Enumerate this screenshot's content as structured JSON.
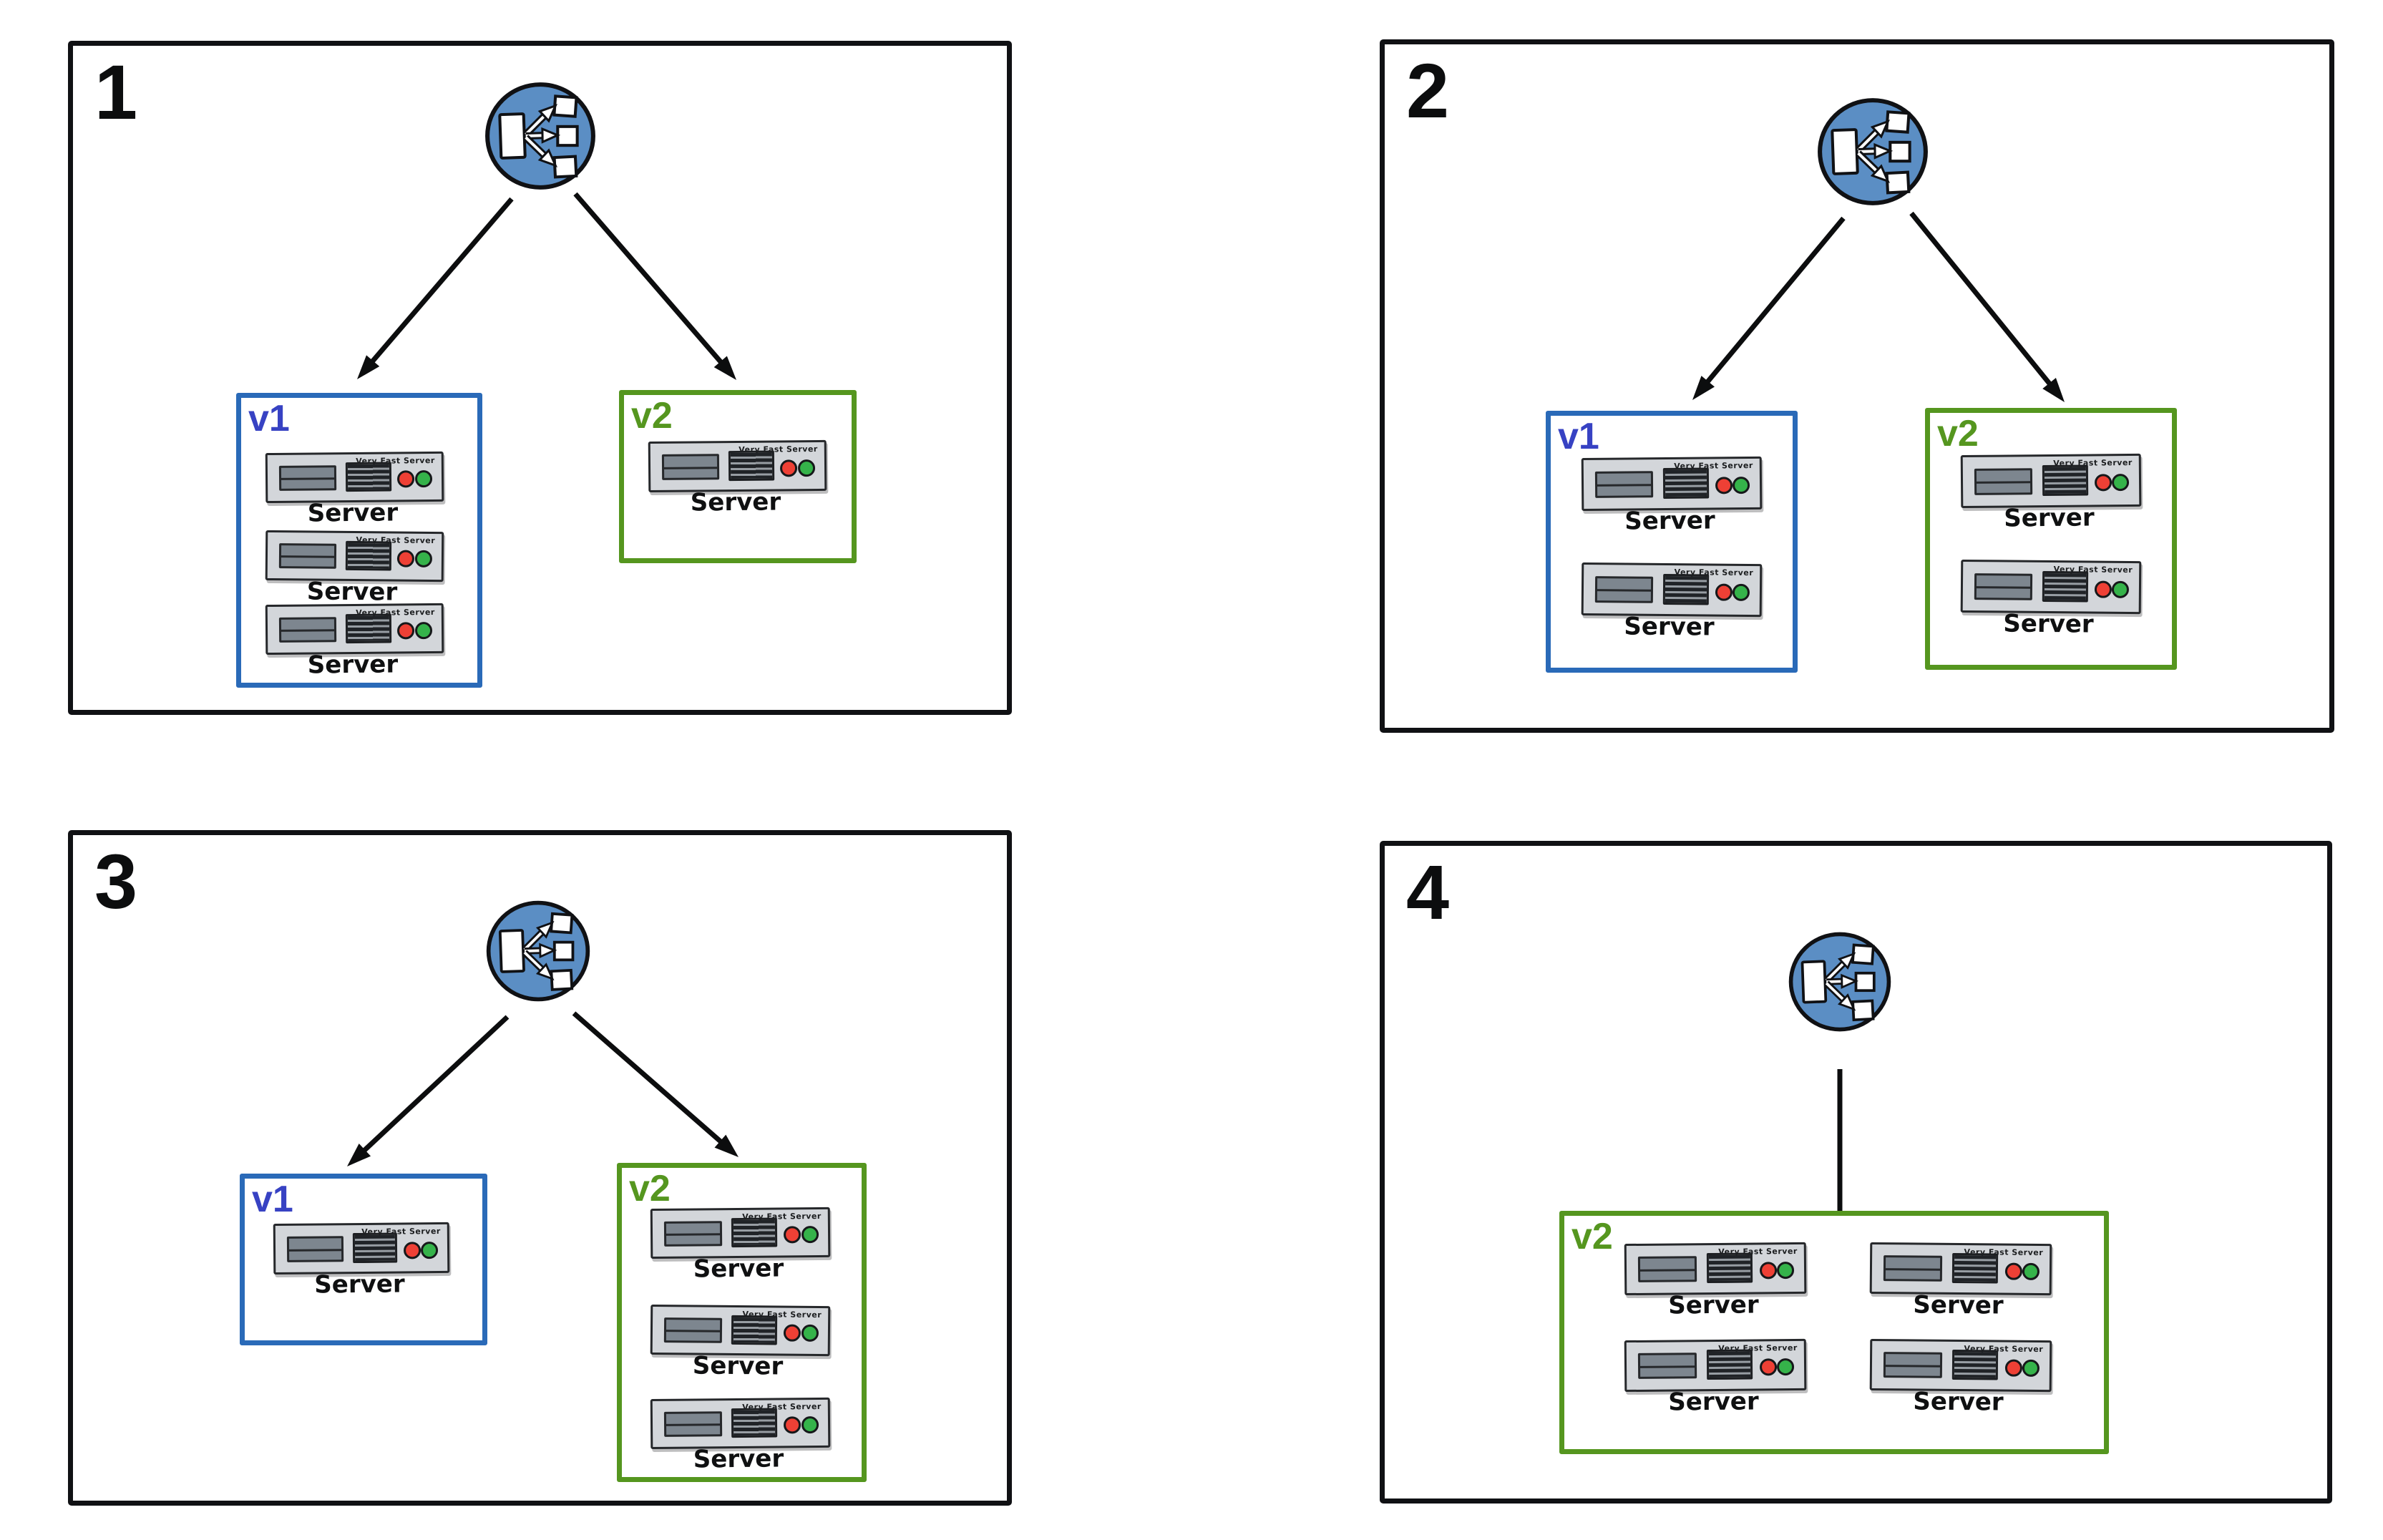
{
  "diagram": {
    "kind": "rolling-deployment-steps",
    "load_balancer": {
      "icon": "load-balancer-icon",
      "fill_color": "#5b8ec4"
    },
    "server_template": {
      "name_label": "Server",
      "badge": "Very Fast Server",
      "chassis_color": "#d3d6da",
      "led_red_color": "#ee4035",
      "led_green_color": "#35b34a"
    },
    "panels": [
      {
        "number": "1",
        "arrows_to": [
          "v1",
          "v2"
        ],
        "groups": [
          {
            "label": "v1",
            "border_color": "#2a6ab8",
            "label_color": "#3742c3",
            "server_count": 3
          },
          {
            "label": "v2",
            "border_color": "#55961f",
            "label_color": "#55961f",
            "server_count": 1
          }
        ]
      },
      {
        "number": "2",
        "arrows_to": [
          "v1",
          "v2"
        ],
        "groups": [
          {
            "label": "v1",
            "border_color": "#2a6ab8",
            "label_color": "#3742c3",
            "server_count": 2
          },
          {
            "label": "v2",
            "border_color": "#55961f",
            "label_color": "#55961f",
            "server_count": 2
          }
        ]
      },
      {
        "number": "3",
        "arrows_to": [
          "v1",
          "v2"
        ],
        "groups": [
          {
            "label": "v1",
            "border_color": "#2a6ab8",
            "label_color": "#3742c3",
            "server_count": 1
          },
          {
            "label": "v2",
            "border_color": "#55961f",
            "label_color": "#55961f",
            "server_count": 3
          }
        ]
      },
      {
        "number": "4",
        "arrows_to": [
          "v2"
        ],
        "groups": [
          {
            "label": "v2",
            "border_color": "#55961f",
            "label_color": "#55961f",
            "server_count": 4
          }
        ]
      }
    ]
  }
}
